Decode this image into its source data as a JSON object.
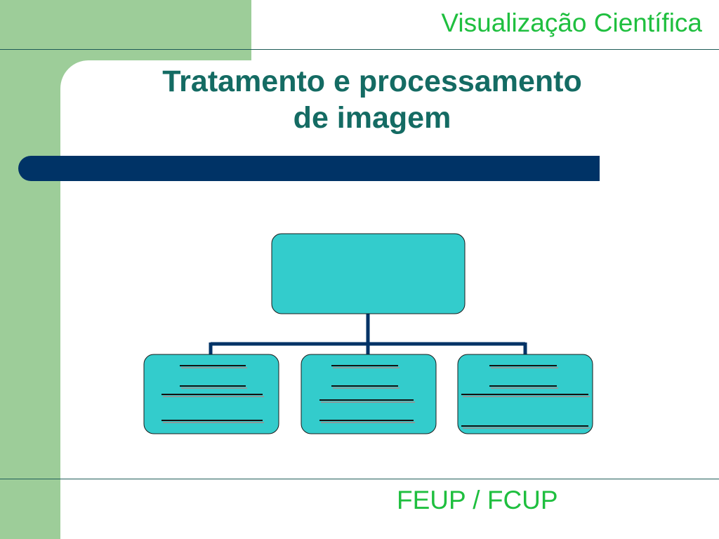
{
  "header": {
    "course_title": "Visualização Científica"
  },
  "slide": {
    "title_line1": "Tratamento e processamento",
    "title_line2": "de imagem"
  },
  "footer": {
    "institution": "FEUP / FCUP"
  },
  "colors": {
    "side_band": "#9dcd99",
    "title_text": "#146b63",
    "accent_text": "#1fbf3f",
    "bar": "#003366",
    "box_fill": "#33cccc",
    "connector": "#003366"
  },
  "org_chart": {
    "root": {
      "label": ""
    },
    "children": [
      {
        "label": "",
        "placeholder_line_count": 4
      },
      {
        "label": "",
        "placeholder_line_count": 4
      },
      {
        "label": "",
        "placeholder_line_count": 4
      }
    ]
  }
}
